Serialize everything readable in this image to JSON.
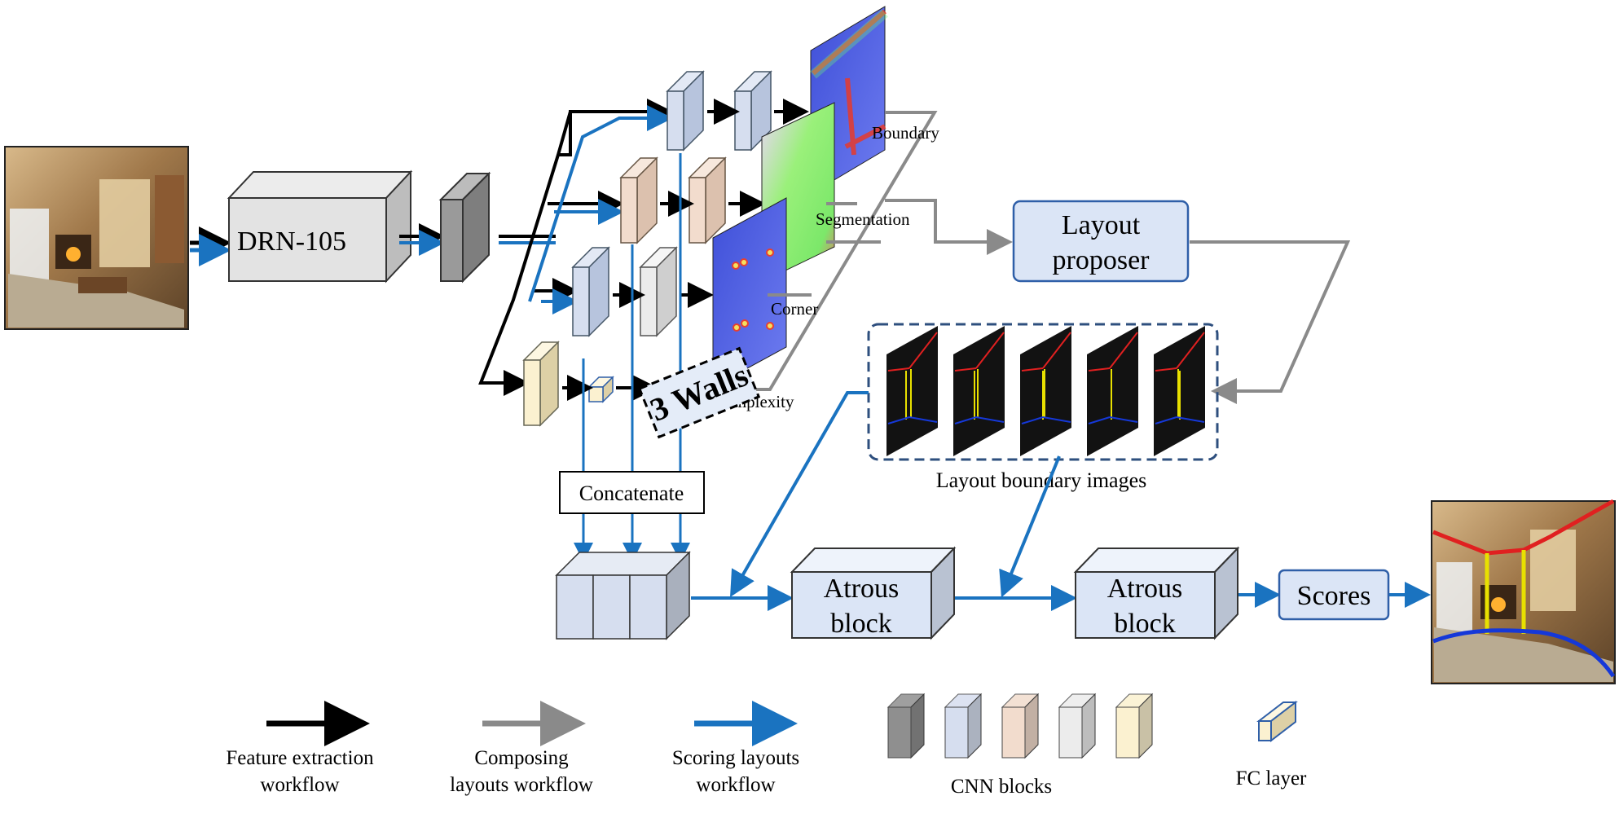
{
  "diagram": {
    "backbone": "DRN-105",
    "map_labels": {
      "boundary": "Boundary",
      "segmentation": "Segmentation",
      "corner": "Corner",
      "complexity": "complexity"
    },
    "walls_badge": "3 Walls",
    "layout_proposer": [
      "Layout",
      "proposer"
    ],
    "boundary_images_label": "Layout boundary images",
    "concatenate": "Concatenate",
    "atrous_block": [
      "Atrous",
      "block"
    ],
    "scores": "Scores"
  },
  "legend": {
    "feature_extraction": [
      "Feature extraction",
      "workflow"
    ],
    "composing": [
      "Composing",
      "layouts workflow"
    ],
    "scoring": [
      "Scoring layouts",
      "workflow"
    ],
    "cnn_blocks": "CNN blocks",
    "fc_layer": "FC layer"
  },
  "colors": {
    "feature_arrow": "#000000",
    "composing_arrow": "#8a8a8a",
    "scoring_arrow": "#1a73c0",
    "block_gray": "#8f8f8f",
    "block_blue": "#d6deef",
    "block_peach": "#f2dccd",
    "block_light": "#ececec",
    "block_cream": "#fbf1d0",
    "node_fill": "#dbe5f6",
    "node_stroke": "#2f5fa8",
    "layout_red": "#e02020",
    "layout_yellow": "#e8e000",
    "layout_blue": "#1538d8"
  }
}
